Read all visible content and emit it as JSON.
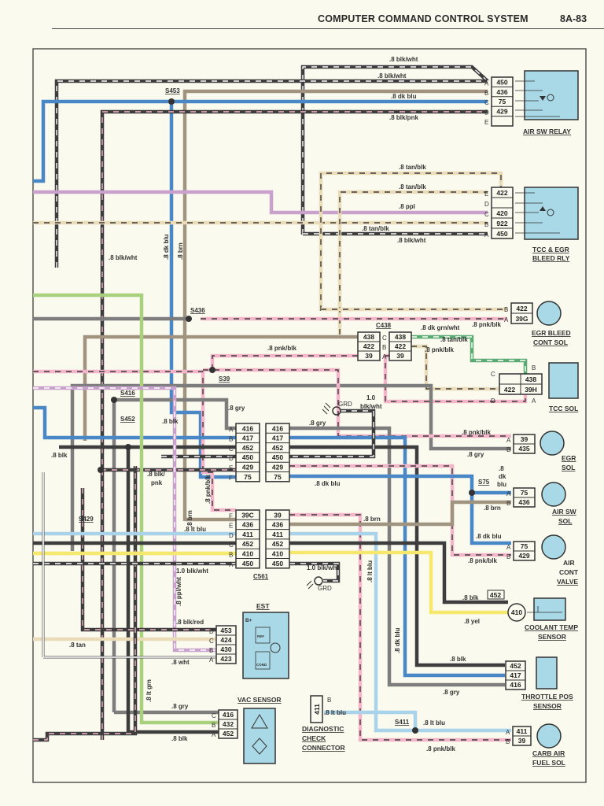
{
  "header": {
    "title": "COMPUTER COMMAND CONTROL SYSTEM",
    "page": "8A-83"
  },
  "wire_colors": {
    "blk": "#3d3d3d",
    "wht": "#ffffff",
    "gry": "#7d7d7d",
    "brn": "#a09480",
    "dk_blu": "#4a87c6",
    "lt_blu": "#a9d3ea",
    "ppl": "#c9a1cd",
    "tan": "#eadcb9",
    "yel": "#f6e86c",
    "lt_grn": "#a9d17d",
    "pnk": "#f3b5c9",
    "dk_grn": "#5aaa72",
    "component_fill": "#a9d8e6"
  },
  "splices": [
    "S453",
    "S436",
    "S39",
    "S416",
    "S452",
    "S429",
    "S75",
    "S411"
  ],
  "wire_labels": [
    ".8 blk/wht",
    ".8 blk/wht",
    ".8 dk blu",
    ".8 blk/pnk",
    ".8 tan/blk",
    ".8 tan/blk",
    ".8 ppl",
    ".8 tan/blk",
    ".8 blk/wht",
    ".8 blk/wht",
    ".8 dk blu",
    ".8 brn",
    ".8 pnk/blk",
    ".8 dk grn/wht",
    ".8 pnk/blk",
    ".8 tan/blk",
    ".8 pnk/blk",
    ".8 gry",
    "1.0",
    "blk/wht",
    ".8 gry",
    ".8 blk",
    ".8 blk",
    ".8 blk/",
    "pnk",
    ".8 dk blu",
    ".8 pnk/blk",
    ".8 gry",
    ".8",
    "dk",
    "blu",
    ".8 brn",
    ".8 dk blu",
    ".8 pnk/blk",
    ".8 brn",
    ".8 pnk/blk",
    ".8 lt blu",
    ".8 brn",
    "1.0 blk/wht",
    "1.0 blk/wht",
    ".8 lt blu",
    ".8 ppl/wht",
    ".8 blk/red",
    ".8 tan",
    ".8 wht",
    ".8 lt grn",
    ".8 dk blu",
    ".8 blk",
    ".8 yel",
    ".8 blk",
    ".8 gry",
    ".8 gry",
    ".8 blk",
    ".8 lt blu",
    ".8 lt blu",
    ".8 pnk/blk"
  ],
  "ground_labels": [
    "GRD",
    "GRD"
  ],
  "connector_labels": {
    "c438": "C438",
    "c561": "C561",
    "coolant_452": "452"
  },
  "connectors": [
    {
      "name": "air-sw-relay-connector",
      "letters": [
        "A",
        "B",
        "C",
        "D",
        "E"
      ],
      "pins": [
        "450",
        "436",
        "75",
        "429",
        ""
      ]
    },
    {
      "name": "tcc-egr-relay-connector",
      "letters": [
        "E",
        "D",
        "C",
        "B",
        "A"
      ],
      "pins": [
        "422",
        "",
        "420",
        "922",
        "450"
      ]
    },
    {
      "name": "egr-bleed-connector",
      "letters": [
        "B",
        "A"
      ],
      "pins": [
        "422",
        "39G"
      ]
    },
    {
      "name": "c438-left-connector",
      "letters": [
        "",
        "",
        ""
      ],
      "pins": [
        "438",
        "422",
        "39"
      ]
    },
    {
      "name": "c438-right-connector",
      "letters": [
        "C",
        "B",
        "A"
      ],
      "pins": [
        "438",
        "422",
        "39"
      ]
    },
    {
      "name": "egr-sol-connector",
      "letters": [
        "A",
        "B"
      ],
      "pins": [
        "39",
        "435"
      ]
    },
    {
      "name": "air-sw-sol-connector",
      "letters": [
        "A",
        "B"
      ],
      "pins": [
        "75",
        "436"
      ]
    },
    {
      "name": "air-cont-connector",
      "letters": [
        "A",
        "B"
      ],
      "pins": [
        "75",
        "429"
      ]
    },
    {
      "name": "c561-top-left-connector",
      "letters": [
        "A",
        "B",
        "C",
        "D",
        "E",
        "F"
      ],
      "pins": [
        "416",
        "417",
        "452",
        "450",
        "429",
        "75"
      ]
    },
    {
      "name": "c561-top-right-connector",
      "letters": [
        "",
        "",
        "",
        "",
        "",
        ""
      ],
      "pins": [
        "416",
        "417",
        "452",
        "450",
        "429",
        "75"
      ]
    },
    {
      "name": "c561-bottom-left-connector",
      "letters": [
        "F",
        "E",
        "D",
        "C",
        "B",
        "A"
      ],
      "pins": [
        "39C",
        "436",
        "411",
        "452",
        "410",
        "450"
      ]
    },
    {
      "name": "c561-bottom-right-connector",
      "letters": [
        "",
        "",
        "",
        "",
        "",
        ""
      ],
      "pins": [
        "39",
        "436",
        "411",
        "452",
        "410",
        "450"
      ]
    },
    {
      "name": "tps-connector",
      "letters": [
        "",
        "",
        ""
      ],
      "pins": [
        "452",
        "417",
        "416"
      ]
    },
    {
      "name": "carb-connector",
      "letters": [
        "A",
        "B"
      ],
      "pins": [
        "411",
        "39"
      ]
    },
    {
      "name": "est-connector",
      "letters": [
        "D",
        "C",
        "B",
        "A"
      ],
      "pins": [
        "453",
        "424",
        "430",
        "423"
      ]
    },
    {
      "name": "vac-connector",
      "letters": [
        "C",
        "B",
        "A"
      ],
      "pins": [
        "416",
        "432",
        "452"
      ]
    }
  ],
  "tcc_sol_connector": {
    "letters": [
      "C",
      "B",
      "D",
      "A"
    ],
    "pins": [
      "",
      "438",
      "422",
      "39H"
    ]
  },
  "coolant_pin": "410",
  "diag_connector": {
    "letter": "B",
    "pin": "411"
  },
  "components": {
    "air_sw_relay": "AIR SW RELAY",
    "tcc_egr_1": "TCC & EGR",
    "tcc_egr_2": "BLEED RLY",
    "egr_bleed_1": "EGR BLEED",
    "egr_bleed_2": "CONT SOL",
    "tcc_sol": "TCC SOL",
    "egr_sol_1": "EGR",
    "egr_sol_2": "SOL",
    "air_sw_sol_1": "AIR SW",
    "air_sw_sol_2": "SOL",
    "air_cont_1": "AIR",
    "air_cont_2": "CONT",
    "air_cont_3": "VALVE",
    "coolant_1": "COOLANT TEMP",
    "coolant_2": "SENSOR",
    "tps_1": "THROTTLE POS",
    "tps_2": "SENSOR",
    "carb_1": "CARB AIR",
    "carb_2": "FUEL SOL",
    "diag_1": "DIAGNOSTIC",
    "diag_2": "CHECK",
    "diag_3": "CONNECTOR",
    "est": "EST",
    "est_bplus": "B+",
    "est_ref": "REF",
    "est_cond": "COND",
    "vac": "VAC SENSOR"
  }
}
